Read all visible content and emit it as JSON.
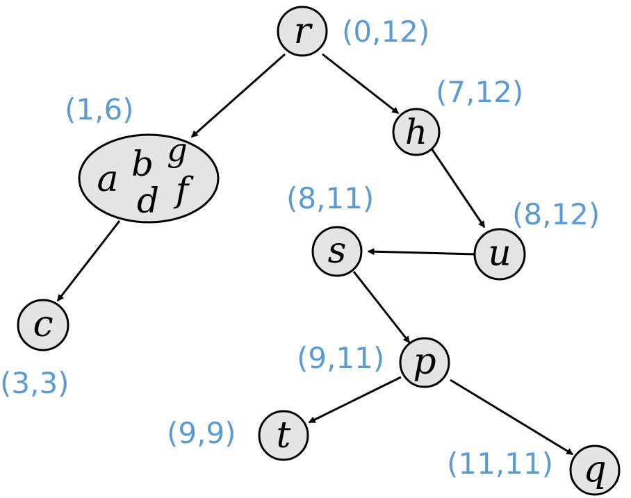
{
  "colors": {
    "node_fill": "#e4e4e4",
    "node_stroke": "#000000",
    "pair_text": "#5b9bd5",
    "edge": "#000000"
  },
  "nodes": {
    "r": {
      "label": "r",
      "pair": "(0,12)"
    },
    "h": {
      "label": "h",
      "pair": "(7,12)"
    },
    "abdgf": {
      "label_a": "a",
      "label_b": "b",
      "label_g": "g",
      "label_d": "d",
      "label_f": "f",
      "pair": "(1,6)"
    },
    "u": {
      "label": "u",
      "pair": "(8,12)"
    },
    "s": {
      "label": "s",
      "pair": "(8,11)"
    },
    "c": {
      "label": "c",
      "pair": "(3,3)"
    },
    "p": {
      "label": "p",
      "pair": "(9,11)"
    },
    "t": {
      "label": "t",
      "pair": "(9,9)"
    },
    "q": {
      "label": "q",
      "pair": "(11,11)"
    }
  },
  "edges": [
    {
      "from": "r",
      "to": "abdgf"
    },
    {
      "from": "r",
      "to": "h"
    },
    {
      "from": "h",
      "to": "u"
    },
    {
      "from": "u",
      "to": "s"
    },
    {
      "from": "abdgf",
      "to": "c"
    },
    {
      "from": "s",
      "to": "p"
    },
    {
      "from": "p",
      "to": "t"
    },
    {
      "from": "p",
      "to": "q"
    }
  ]
}
